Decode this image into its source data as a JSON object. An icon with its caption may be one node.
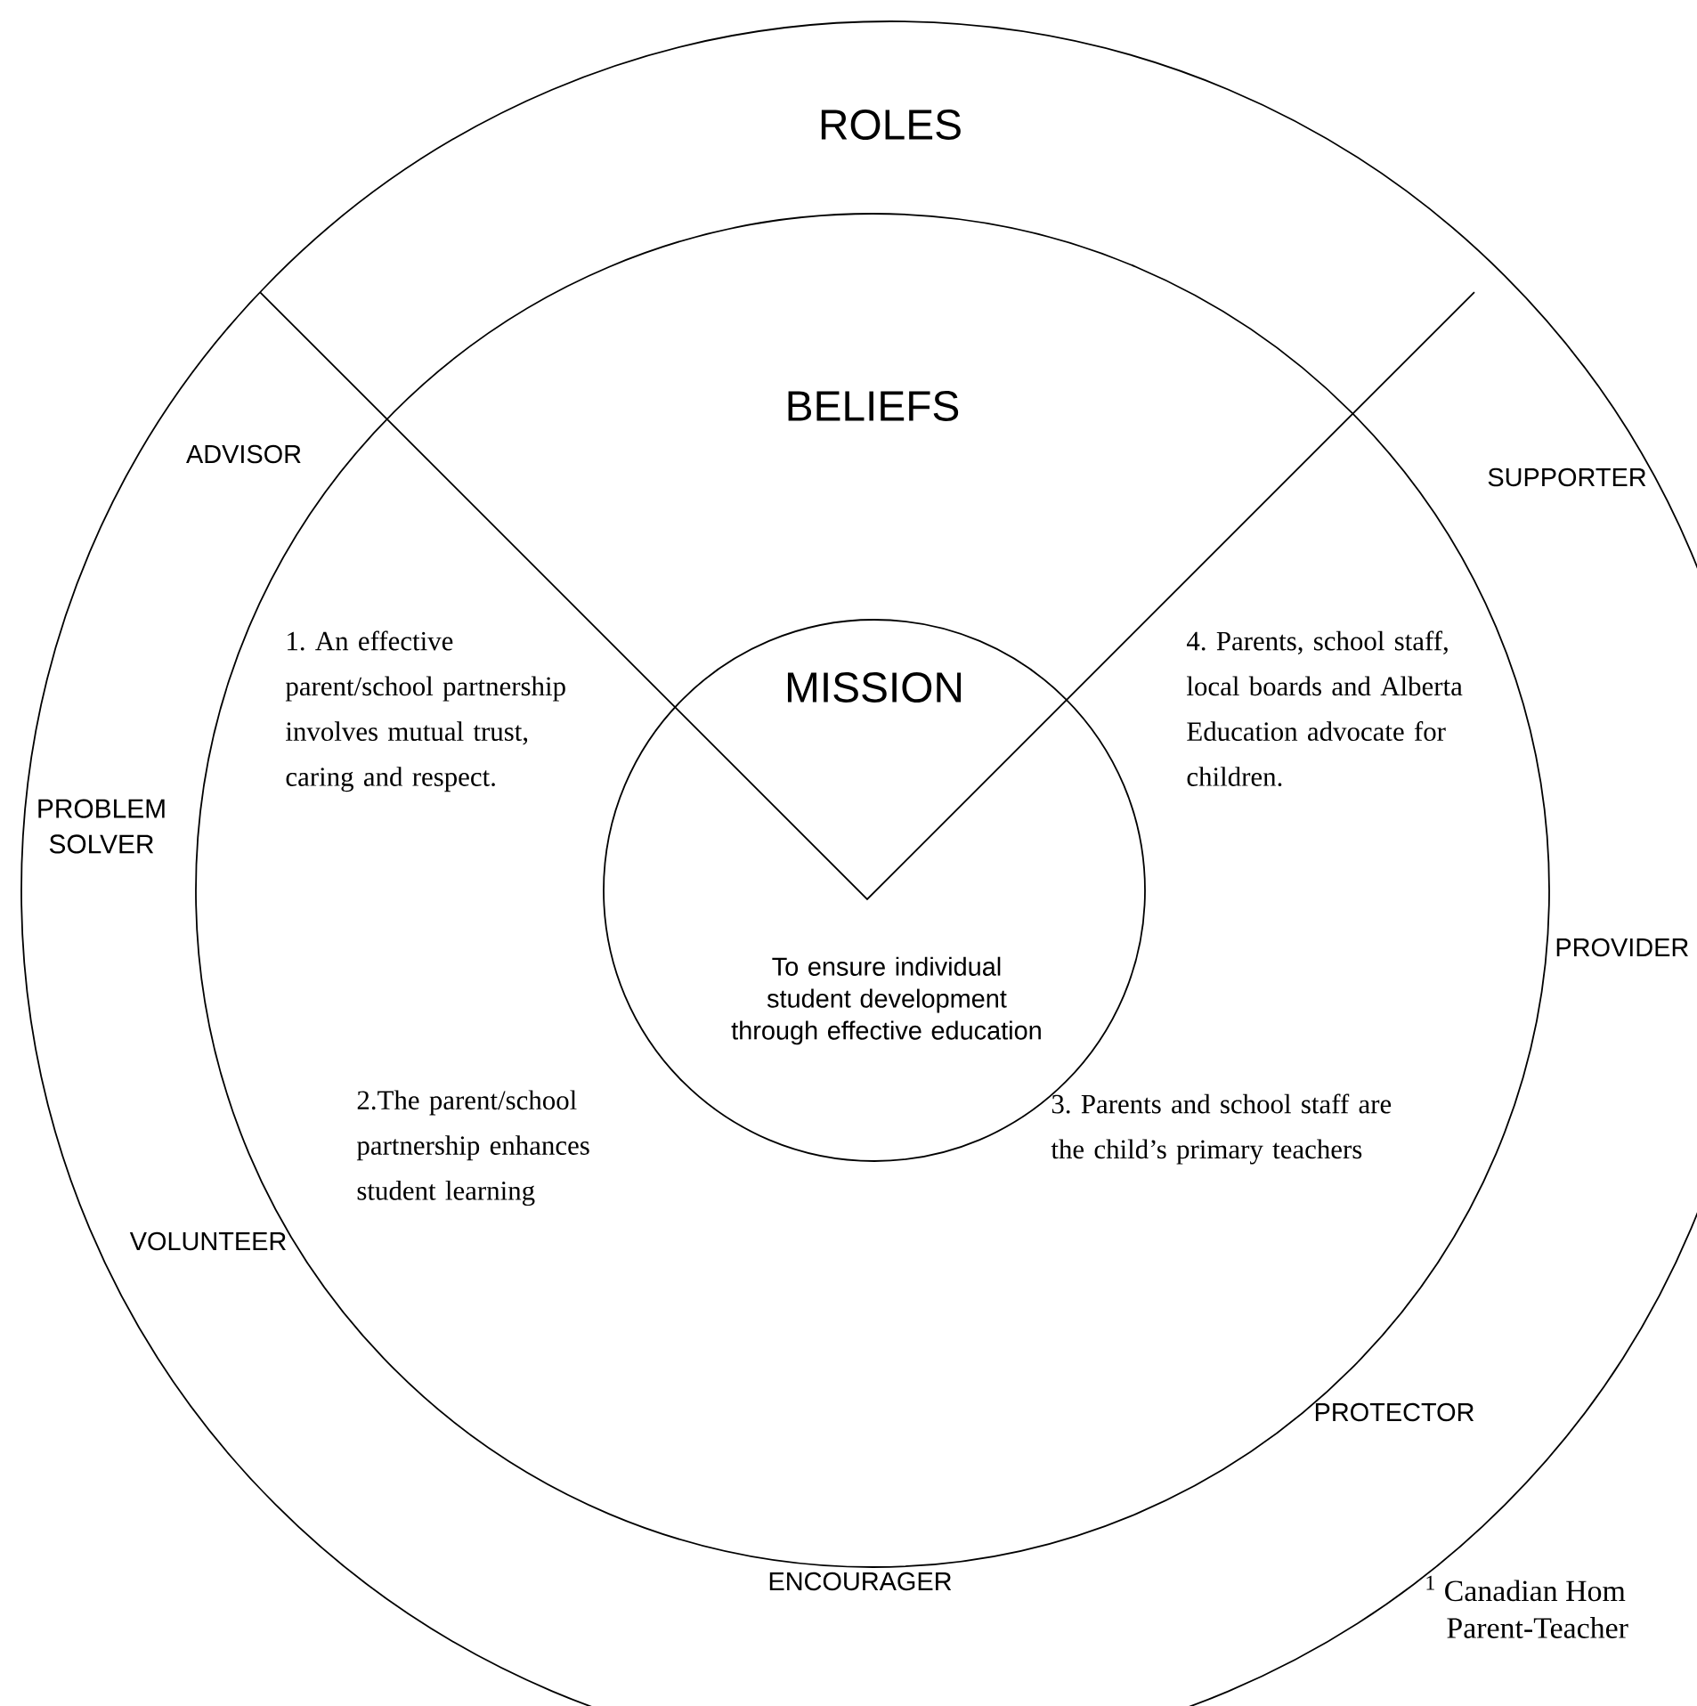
{
  "diagram": {
    "nodes": [
      {
        "text": [
          "ROLES"
        ]
      },
      {
        "text": [
          "BELIEFS"
        ],
        "in": 0
      },
      {
        "text": [
          "MISSION",
          "To ensure individual student development through effective education"
        ],
        "in": 1
      }
    ],
    "labels": [
      "ADVISOR",
      "SUPPORTER",
      "1. An effective parent/school partnership involves mutual trust, caring and respect.",
      "4. Parents, school staff, local boards and Alberta Education advocate for children.",
      "PROBLEM SOLVER",
      "PROVIDER",
      "2.The parent/school partnership enhances student learning",
      "3. Parents and school staff are the child’s primary teachers",
      "VOLUNTEER",
      "PROTECTOR",
      "ENCOURAGER",
      "$^{1}$ Canadian Hom",
      "Parent-Teacher"
    ]
  }
}
